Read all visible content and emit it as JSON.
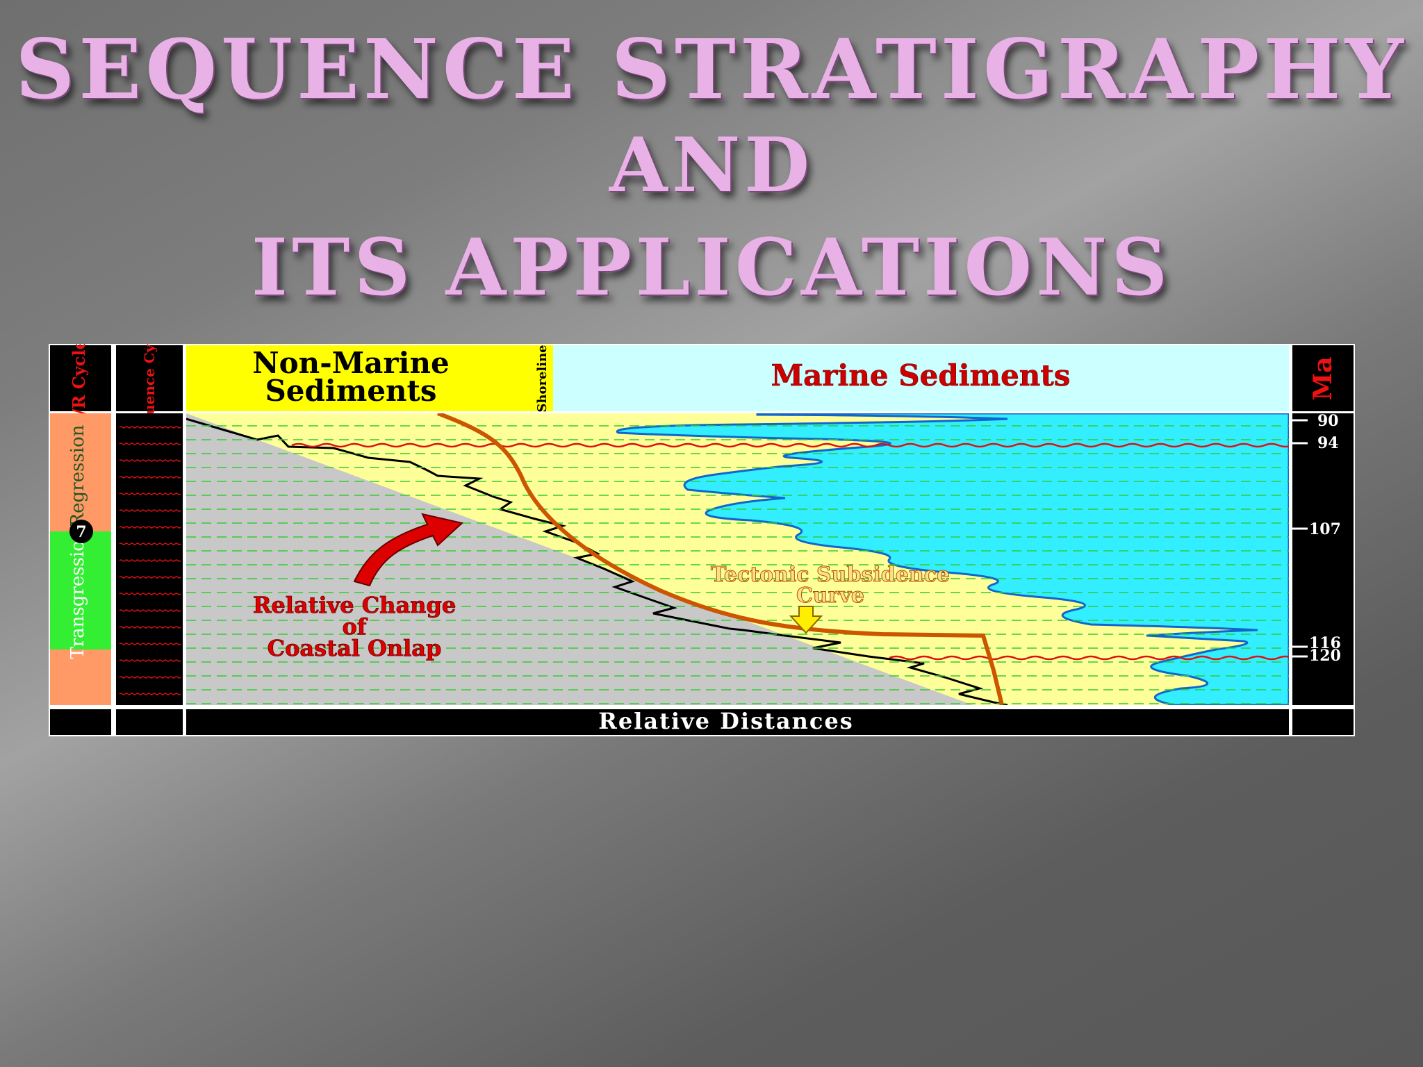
{
  "slide": {
    "title_line1": "SEQUENCE STRATIGRAPHY",
    "title_line2": "AND",
    "title_line3": "ITS APPLICATIONS"
  },
  "diagram": {
    "headers": {
      "tr_cycles": "T/R Cycles",
      "sequence_cycles": "Sequence Cycles",
      "non_marine_line1": "Non-Marine",
      "non_marine_line2": "Sediments",
      "shoreline": "Shoreline",
      "marine": "Marine Sediments",
      "ma": "Ma"
    },
    "tr_column": {
      "regression": "Regression",
      "transgression": "Transgression",
      "cycle_number": "7"
    },
    "ma_ticks": [
      "90",
      "94",
      "107",
      "116",
      "120"
    ],
    "annotations": {
      "onlap_line1": "Relative Change",
      "onlap_line2": "of",
      "onlap_line3": "Coastal Onlap",
      "subsidence_line1": "Tectonic Subsidence",
      "subsidence_line2": "Curve"
    },
    "footer": "Relative Distances",
    "colors": {
      "non_marine": "#ffff00",
      "marine": "#ccffff",
      "shelf": "#ffff99",
      "deep_marine": "#33eeff",
      "land": "#c8c8c8",
      "regression": "#ff9966",
      "transgression": "#33ee33",
      "subsidence_curve": "#cc5500",
      "unconformity": "#dd1111"
    }
  }
}
